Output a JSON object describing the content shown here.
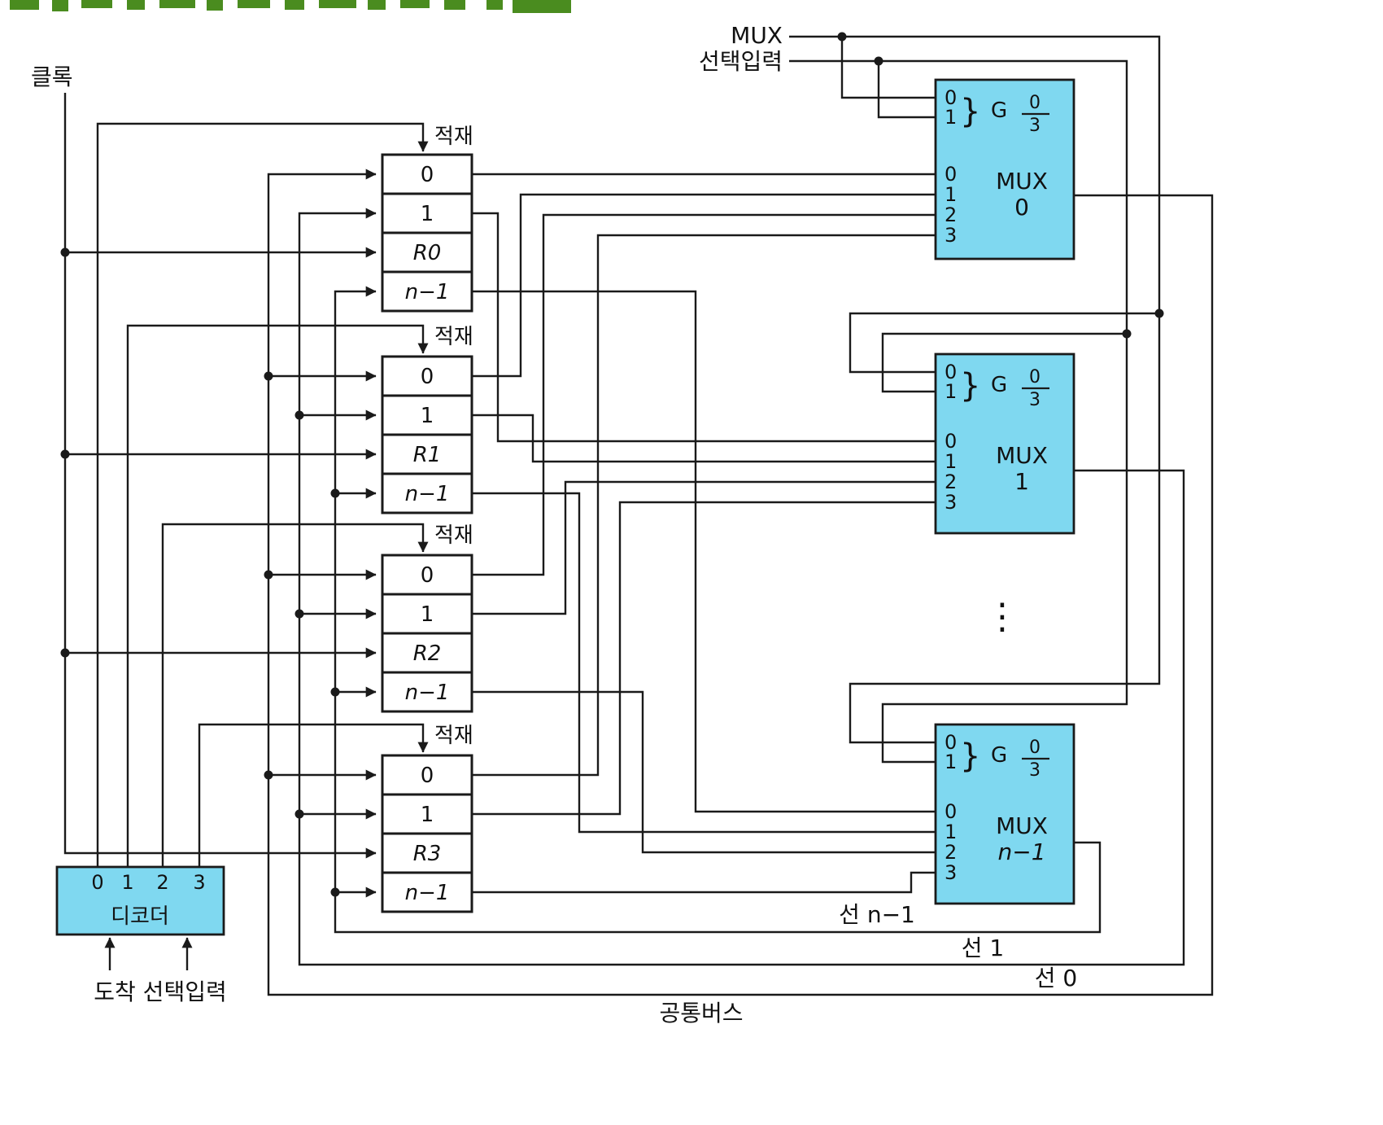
{
  "colors": {
    "box_fill": "#7fd8f0",
    "wire": "#1a1a1a",
    "title_green": "#4a8c1f",
    "background": "#ffffff"
  },
  "clock_label": "클록",
  "load_label": "적재",
  "mux_select_label": {
    "line1": "MUX",
    "line2": "선택입력"
  },
  "decoder": {
    "pins": [
      "0",
      "1",
      "2",
      "3"
    ],
    "label": "디코더",
    "input_label": "도착 선택입력"
  },
  "registers": [
    {
      "cells": [
        "0",
        "1",
        "R0",
        "n−1"
      ]
    },
    {
      "cells": [
        "0",
        "1",
        "R1",
        "n−1"
      ]
    },
    {
      "cells": [
        "0",
        "1",
        "R2",
        "n−1"
      ]
    },
    {
      "cells": [
        "0",
        "1",
        "R3",
        "n−1"
      ]
    }
  ],
  "muxes": [
    {
      "select_pins": [
        "0",
        "1"
      ],
      "g_label": "G",
      "g_range": {
        "top": "0",
        "bottom": "3"
      },
      "input_pins": [
        "0",
        "1",
        "2",
        "3"
      ],
      "name": "MUX",
      "index": "0"
    },
    {
      "select_pins": [
        "0",
        "1"
      ],
      "g_label": "G",
      "g_range": {
        "top": "0",
        "bottom": "3"
      },
      "input_pins": [
        "0",
        "1",
        "2",
        "3"
      ],
      "name": "MUX",
      "index": "1"
    },
    {
      "select_pins": [
        "0",
        "1"
      ],
      "g_label": "G",
      "g_range": {
        "top": "0",
        "bottom": "3"
      },
      "input_pins": [
        "0",
        "1",
        "2",
        "3"
      ],
      "name": "MUX",
      "index": "n−1"
    }
  ],
  "bus": {
    "line_n1": "선 n−1",
    "line_1": "선 1",
    "line_0": "선 0",
    "common": "공통버스"
  },
  "ellipsis": "⋮",
  "brace": "}"
}
